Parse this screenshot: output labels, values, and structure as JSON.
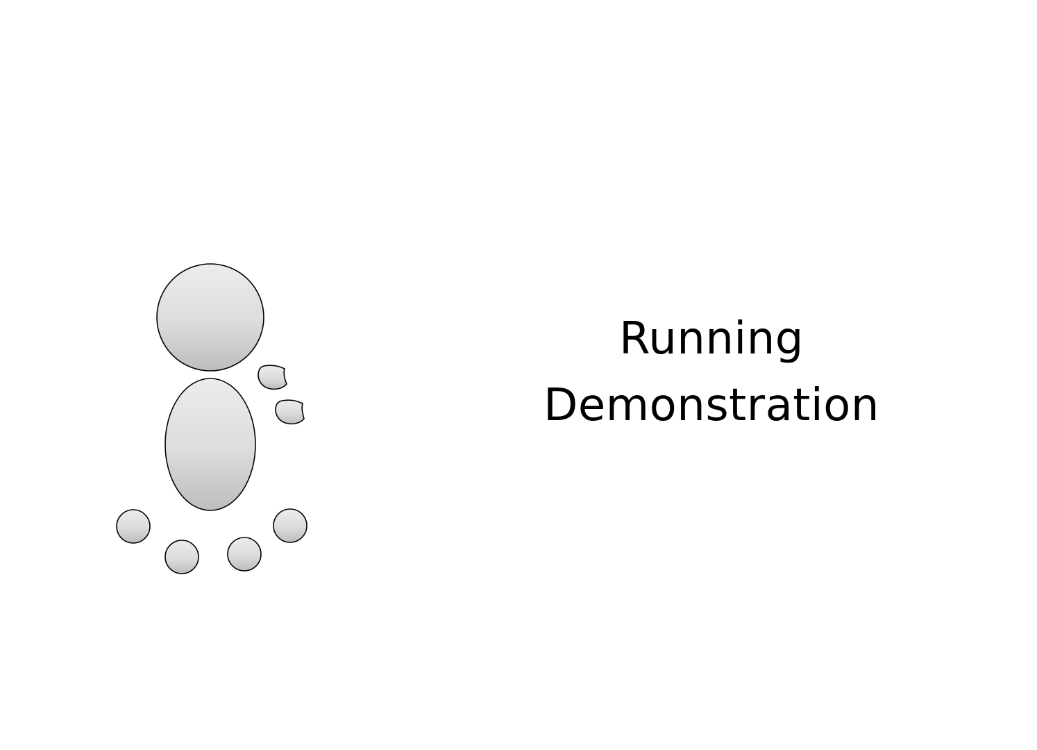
{
  "slide": {
    "title_lines": [
      "Running",
      "Demonstration"
    ]
  },
  "figure": {
    "parts": [
      {
        "name": "head",
        "shape": "circle"
      },
      {
        "name": "body",
        "shape": "ellipse"
      },
      {
        "name": "hand-upper",
        "shape": "blob"
      },
      {
        "name": "hand-lower",
        "shape": "blob"
      },
      {
        "name": "foot-outer-left",
        "shape": "circle"
      },
      {
        "name": "foot-inner-left",
        "shape": "circle"
      },
      {
        "name": "foot-inner-right",
        "shape": "circle"
      },
      {
        "name": "foot-outer-right",
        "shape": "circle"
      }
    ],
    "colors": {
      "fill_light": "#ececec",
      "fill_dark": "#bdbdbd",
      "outline": "#000000"
    }
  }
}
